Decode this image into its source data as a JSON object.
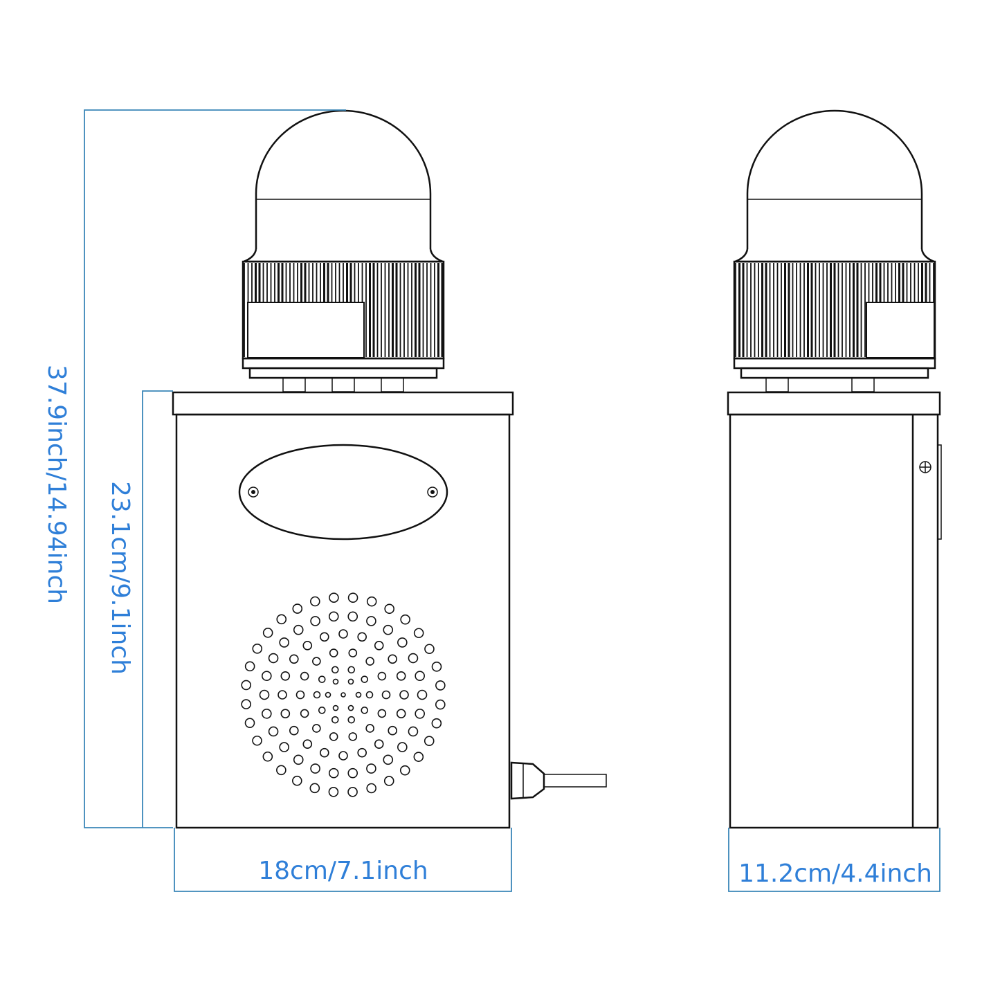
{
  "dimensions": {
    "total_height": "37.9inch/14.94inch",
    "body_height": "23.1cm/9.1inch",
    "front_width": "18cm/7.1inch",
    "side_depth": "11.2cm/4.4inch"
  },
  "colors": {
    "dimension_text": "#2f7fd8",
    "dimension_line": "#3a86b8",
    "drawing_line": "#111111"
  }
}
